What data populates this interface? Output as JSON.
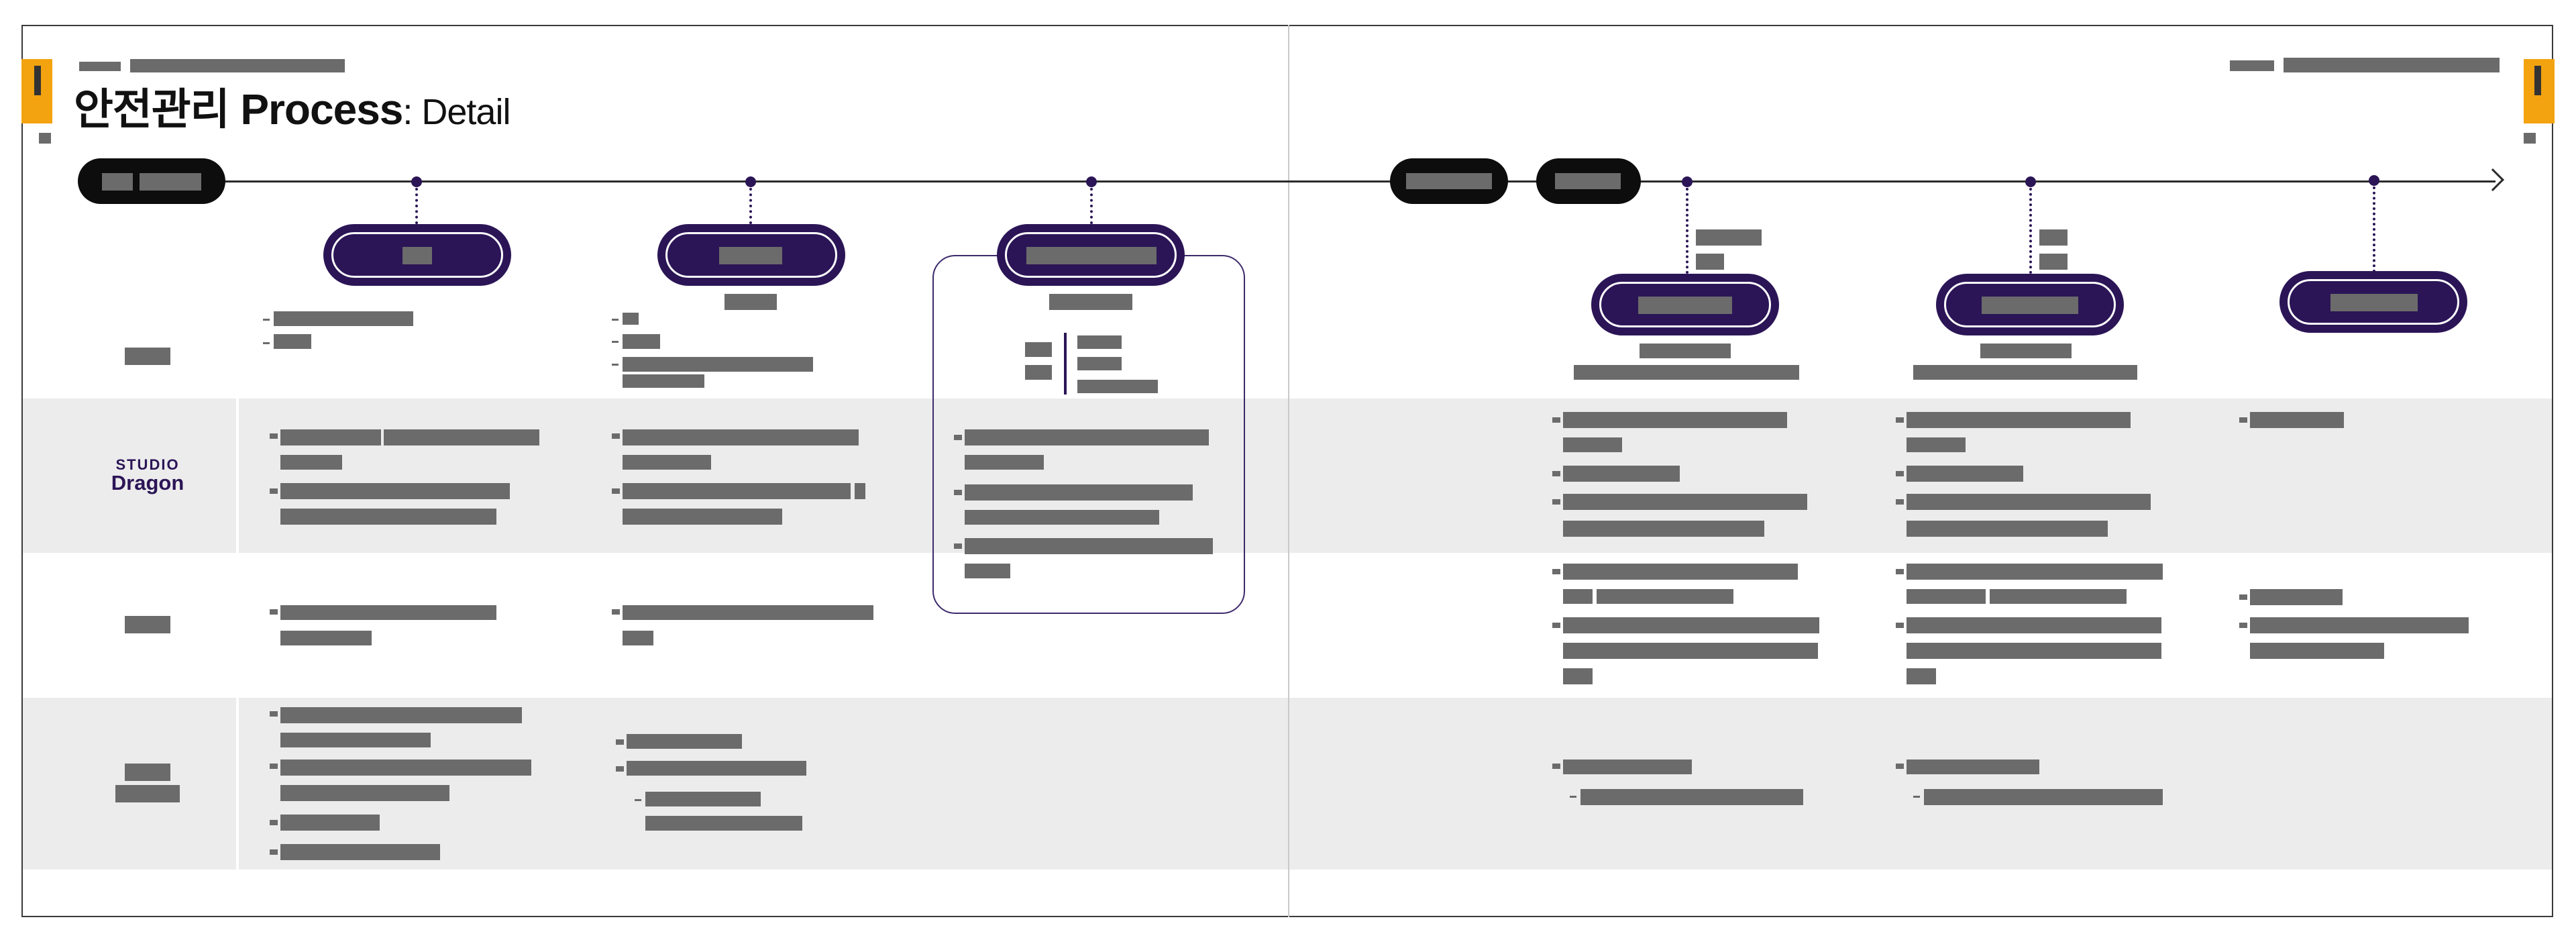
{
  "title": {
    "korean": "안전관리",
    "bold": "Process",
    "rest": ": Detail"
  },
  "logo": {
    "line1": "STUDIO",
    "line2": "Dragon"
  },
  "colors": {
    "accent_orange": "#f3a30f",
    "node_purple": "#2b1556",
    "redaction_gray": "#6b6b6b",
    "band_gray": "#ececec",
    "frame": "#3a3a3a"
  },
  "icons": {
    "timeline_arrow": "arrow-right-icon",
    "timeline_dot": "milestone-dot-icon"
  }
}
